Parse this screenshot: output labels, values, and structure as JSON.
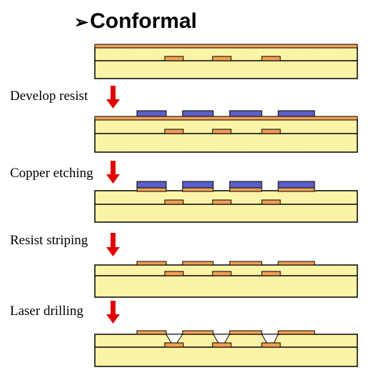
{
  "title": "Conformal",
  "title_bullet": "➢",
  "steps": [
    {
      "label": "Develop resist"
    },
    {
      "label": "Copper etching"
    },
    {
      "label": "Resist striping"
    },
    {
      "label": "Laser drilling"
    }
  ],
  "colors": {
    "substrate": "#FCF4A8",
    "copper": "#F0A054",
    "resist": "#5A5FC8",
    "arrow": "#E00000",
    "outline": "#000000"
  }
}
